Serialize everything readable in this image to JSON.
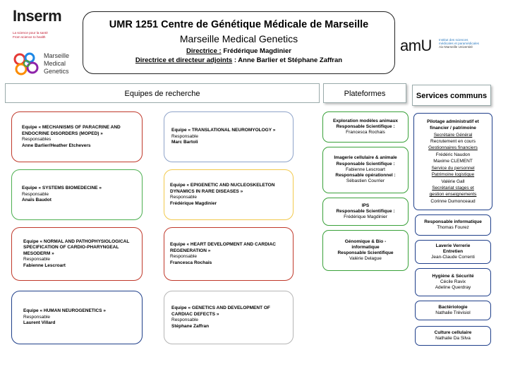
{
  "logos": {
    "inserm": "Inserm",
    "inserm_tagline_1": "La science pour la santé",
    "inserm_tagline_2": "From science to health",
    "mmg_line1": "Marseille",
    "mmg_line2": "Medical",
    "mmg_line3": "Genetics",
    "amu": "amU",
    "amu_sub1": "Institut des sciences",
    "amu_sub2": "médicales et paramédicales",
    "amu_sub3": "Aix-Marseille Université"
  },
  "header": {
    "title": "UMR 1251 Centre de Génétique Médicale de Marseille",
    "subtitle": "Marseille Medical Genetics",
    "directrice_label": "Directrice :",
    "directrice_name": " Frédérique Magdinier",
    "adjoints_label": "Directrice et directeur adjoints",
    "adjoints_names": " : Anne Barlier et Stéphane Zaffran"
  },
  "sections": {
    "equipes": "Equipes de recherche",
    "plateformes": "Plateformes",
    "services": "Services communs"
  },
  "teams": [
    {
      "name": "Equipe « MECHANISMS OF PARACRINE AND ENDOCRINE DISORDERS (MOPED) »",
      "role": "Responsables",
      "person": "Anne Barlier/Heather Etchevers",
      "color": "red"
    },
    {
      "name": "Equipe « TRANSLATIONAL NEUROMYOLOGY »",
      "role": "Responsable",
      "person": "Marc Bartoli",
      "color": "blue"
    },
    {
      "name": "Equipe « SYSTEMS BIOMEDECINE »",
      "role": "Responsable",
      "person": "Anaïs Baudot",
      "color": "green"
    },
    {
      "name": "Equipe « EPIGENETIC AND NUCLEOSKELETON DYNAMICS IN RARE DISEASES »",
      "role": "Responsable",
      "person": "Frédérique Magdinier",
      "color": "yellow"
    },
    {
      "name": "Equipe « NORMAL AND PATHOPHYSIOLOGICAL SPECIFICATION OF CARDIO-PHARYNGEAL MESODERM »",
      "role": "Responsable",
      "person": "Fabienne Lescroart",
      "color": "red"
    },
    {
      "name": "Equipe « HEART DEVELOPMENT AND CARDIAC REGENERATION »",
      "role": "Responsable",
      "person": "Francesca Rochais",
      "color": "red"
    },
    {
      "name": "Equipe « HUMAN NEUROGENETICS »",
      "role": "Responsable",
      "person": "Laurent Villard",
      "color": "navy"
    },
    {
      "name": "Equipe « GENETICS AND DEVELOPMENT OF CARDIAC DEFECTS »",
      "role": "Responsable",
      "person": "Stéphane Zaffran",
      "color": "grey"
    }
  ],
  "platforms": [
    {
      "lines": [
        {
          "text": "Exploration modèles animaux",
          "bold": true
        },
        {
          "text": "Responsable Scientifique :",
          "bold": true
        },
        {
          "text": "Francesca Rochais",
          "bold": false
        }
      ]
    },
    {
      "lines": [
        {
          "text": "Imagerie cellulaire & animale",
          "bold": true
        },
        {
          "text": "Responsable Scientifique :",
          "bold": true
        },
        {
          "text": "Fabienne Lescroart",
          "bold": false
        },
        {
          "text": "Responsable opérationnel :",
          "bold": true
        },
        {
          "text": "Sébastien Courrier",
          "bold": false
        }
      ]
    },
    {
      "lines": [
        {
          "text": "IPS",
          "bold": true
        },
        {
          "text": "Responsable Scientifique :",
          "bold": true
        },
        {
          "text": "Frédérique Magdinier",
          "bold": false
        }
      ]
    },
    {
      "lines": [
        {
          "text": "Génomique & Bio -",
          "bold": true
        },
        {
          "text": "informatique",
          "bold": true
        },
        {
          "text": "Responsable Scientifique",
          "bold": true
        },
        {
          "text": "Valérie Delague",
          "bold": false
        }
      ]
    }
  ],
  "services": [
    {
      "lines": [
        {
          "text": "Pilotage administratif et",
          "bold": true,
          "u": false
        },
        {
          "text": "financier / patrimoine",
          "bold": true,
          "u": false
        },
        {
          "text": "Secrétaire Général",
          "bold": false,
          "u": true
        },
        {
          "text": "Recrutement en cours",
          "bold": false,
          "u": false
        },
        {
          "text": "Gestionnaires financiers",
          "bold": false,
          "u": true
        },
        {
          "text": "Frédéric Naudon",
          "bold": false,
          "u": false
        },
        {
          "text": "Maxime CLEMENT",
          "bold": false,
          "u": false
        },
        {
          "text": "Service du personnel",
          "bold": false,
          "u": true
        },
        {
          "text": "Patrimoine logistique",
          "bold": false,
          "u": true
        },
        {
          "text": "Valérie Gall",
          "bold": false,
          "u": false
        },
        {
          "text": "Secrétariat stages et",
          "bold": false,
          "u": true
        },
        {
          "text": "gestion enseignements",
          "bold": false,
          "u": true
        },
        {
          "text": "Corinne Dumonceaud",
          "bold": false,
          "u": false
        }
      ]
    },
    {
      "lines": [
        {
          "text": "Responsable informatique",
          "bold": true,
          "u": false
        },
        {
          "text": "Thomas Fourez",
          "bold": false,
          "u": false
        }
      ]
    },
    {
      "lines": [
        {
          "text": "Laverie Verrerie",
          "bold": true,
          "u": false
        },
        {
          "text": "Entretien",
          "bold": true,
          "u": false
        },
        {
          "text": "Jean-Claude Correnti",
          "bold": false,
          "u": false
        }
      ]
    },
    {
      "lines": [
        {
          "text": "Hygiène & Sécurité",
          "bold": true,
          "u": false
        },
        {
          "text": "Cécile Ravix",
          "bold": false,
          "u": false
        },
        {
          "text": "Adeline Querdray",
          "bold": false,
          "u": false
        }
      ]
    },
    {
      "lines": [
        {
          "text": "Bactériologie",
          "bold": true,
          "u": false
        },
        {
          "text": "Nathalie Trévisiol",
          "bold": false,
          "u": false
        }
      ]
    },
    {
      "lines": [
        {
          "text": "Culture cellulaire",
          "bold": true,
          "u": false
        },
        {
          "text": "Nathalie Da Silva",
          "bold": false,
          "u": false
        }
      ]
    }
  ]
}
